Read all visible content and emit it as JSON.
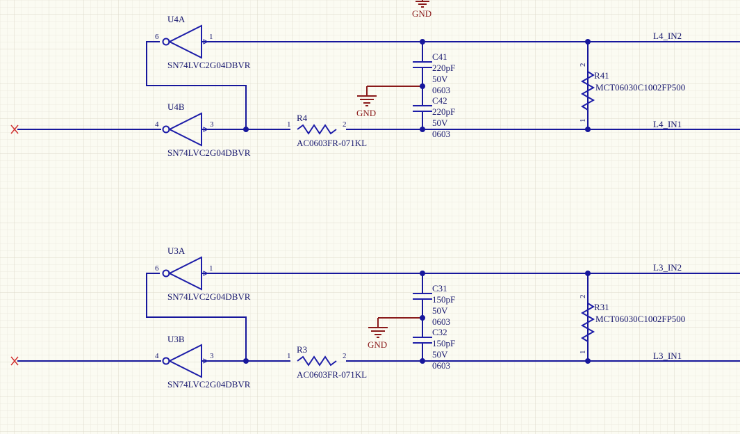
{
  "colors": {
    "wire": "#17179c",
    "component": "#1c1ca8",
    "ground": "#8a1a1a",
    "background": "#fbfbf2",
    "grid": "#e4e2d6"
  },
  "top_gnd_label": "GND",
  "channels": [
    {
      "inv_a": {
        "ref": "U4A",
        "part": "SN74LVC2G04DBVR",
        "pin_in": "1",
        "pin_out": "6"
      },
      "inv_b": {
        "ref": "U4B",
        "part": "SN74LVC2G04DBVR",
        "pin_in": "3",
        "pin_out": "4"
      },
      "resistor": {
        "ref": "R4",
        "part": "AC0603FR-071KL",
        "pin1": "1",
        "pin2": "2"
      },
      "cap_top": {
        "ref": "C41",
        "value": "220pF",
        "voltage": "50V",
        "package": "0603"
      },
      "cap_bottom": {
        "ref": "C42",
        "value": "220pF",
        "voltage": "50V",
        "package": "0603"
      },
      "gnd_label": "GND",
      "term": {
        "ref": "R41",
        "part": "MCT06030C1002FP500",
        "pin_top": "2",
        "pin_bottom": "1"
      },
      "net_top": "L4_IN2",
      "net_bottom": "L4_IN1"
    },
    {
      "inv_a": {
        "ref": "U3A",
        "part": "SN74LVC2G04DBVR",
        "pin_in": "1",
        "pin_out": "6"
      },
      "inv_b": {
        "ref": "U3B",
        "part": "SN74LVC2G04DBVR",
        "pin_in": "3",
        "pin_out": "4"
      },
      "resistor": {
        "ref": "R3",
        "part": "AC0603FR-071KL",
        "pin1": "1",
        "pin2": "2"
      },
      "cap_top": {
        "ref": "C31",
        "value": "150pF",
        "voltage": "50V",
        "package": "0603"
      },
      "cap_bottom": {
        "ref": "C32",
        "value": "150pF",
        "voltage": "50V",
        "package": "0603"
      },
      "gnd_label": "GND",
      "term": {
        "ref": "R31",
        "part": "MCT06030C1002FP500",
        "pin_top": "2",
        "pin_bottom": "1"
      },
      "net_top": "L3_IN2",
      "net_bottom": "L3_IN1"
    }
  ]
}
